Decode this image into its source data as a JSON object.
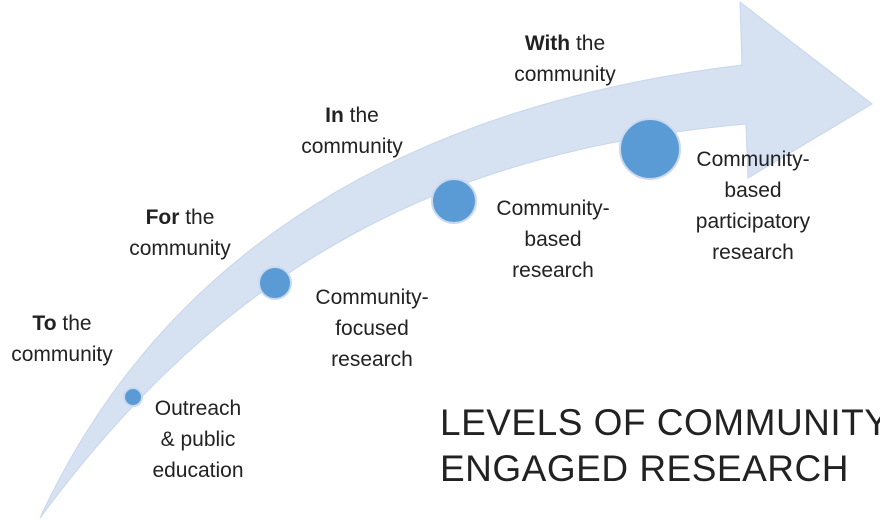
{
  "colors": {
    "arrow_fill": "#d6e1f2",
    "dot_fill": "#5b9bd5",
    "text": "#222222"
  },
  "levels": [
    {
      "prefix": "To",
      "suffix": " the",
      "line2": "community",
      "desc": [
        "Outreach",
        "& public",
        "education"
      ]
    },
    {
      "prefix": "For",
      "suffix": " the",
      "line2": "community",
      "desc": [
        "Community-",
        "focused",
        "research"
      ]
    },
    {
      "prefix": "In",
      "suffix": " the",
      "line2": "community",
      "desc": [
        "Community-",
        "based",
        "research"
      ]
    },
    {
      "prefix": "With",
      "suffix": " the",
      "line2": "community",
      "desc": [
        "Community-",
        "based",
        "participatory",
        "research"
      ]
    }
  ],
  "title": {
    "line1": "LEVELS OF COMMUNITY",
    "line2": "ENGAGED RESEARCH"
  }
}
